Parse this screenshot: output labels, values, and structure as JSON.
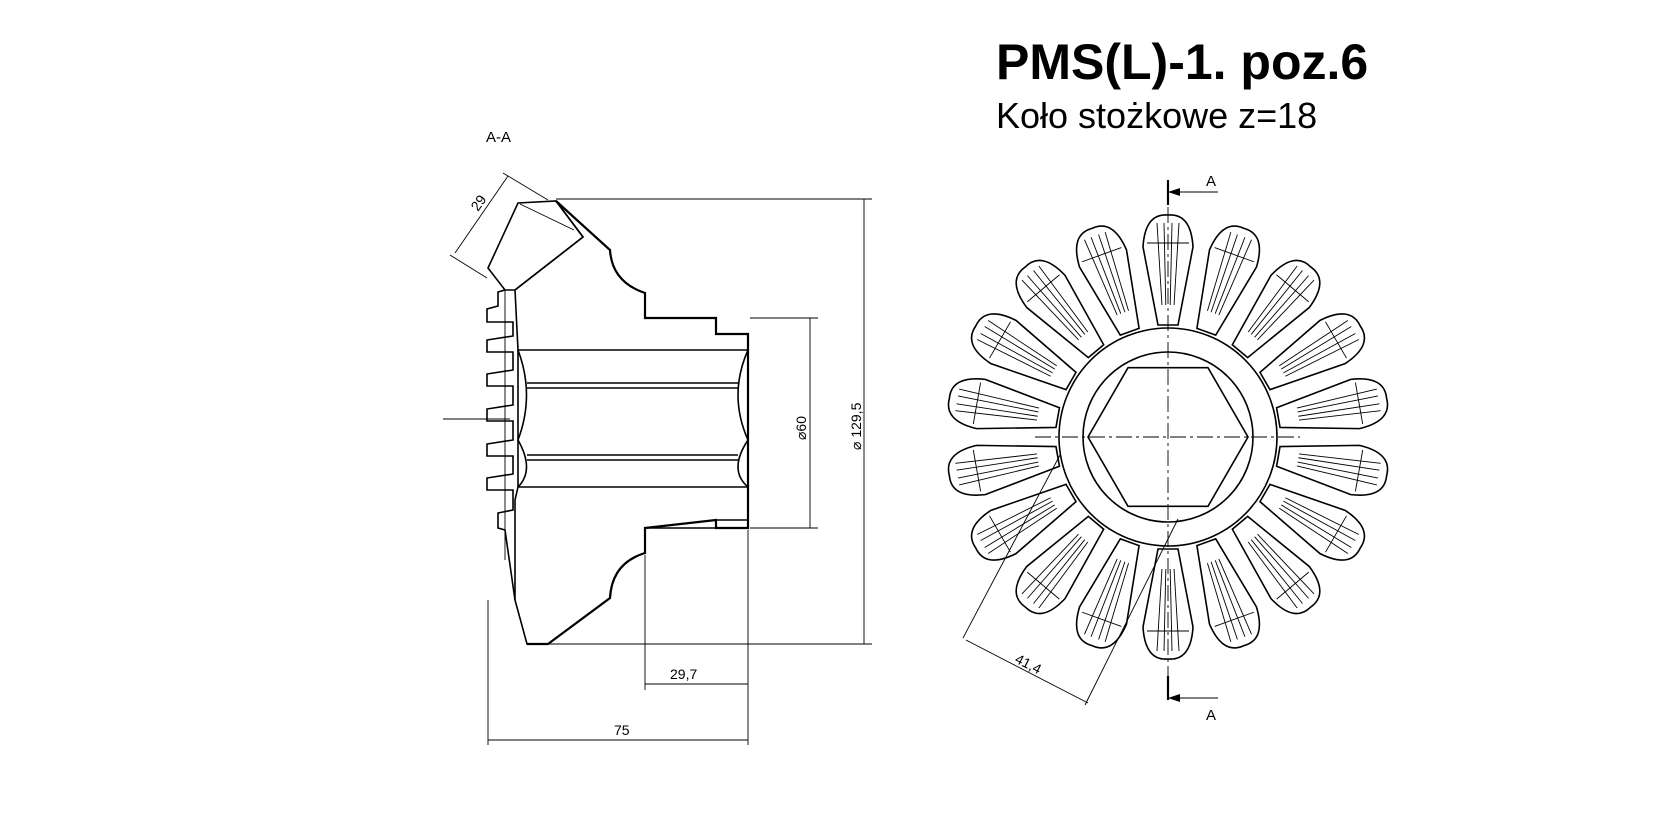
{
  "title": "PMS(L)-1. poz.6",
  "subtitle": "Koło stożkowe z=18",
  "section_label": "A-A",
  "section_marker": "A",
  "teeth": 18,
  "dimensions": {
    "face_width": "29",
    "bore": "⌀60",
    "outer_diameter": "⌀ 129,5",
    "hub_length": "29,7",
    "total_length": "75",
    "hex_size": "41,4"
  }
}
